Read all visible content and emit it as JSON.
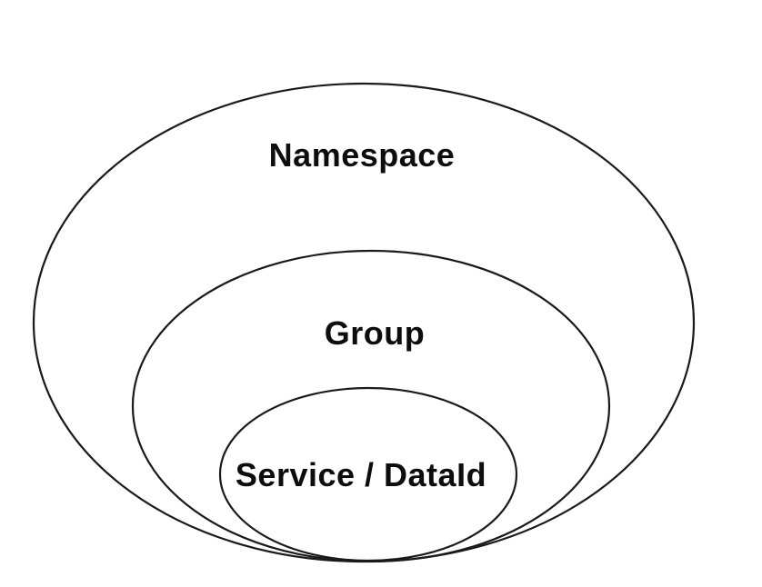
{
  "diagram": {
    "type": "nested-ellipses",
    "description": "Three concentric ellipses sharing a common bottom tangent point, representing a containment hierarchy",
    "background": "#ffffff",
    "stroke_color": "#1a1a1a",
    "text_color": "#0d0d0d",
    "levels": [
      {
        "id": "namespace",
        "label": "Namespace"
      },
      {
        "id": "group",
        "label": "Group"
      },
      {
        "id": "service-dataid",
        "label": "Service / DataId"
      }
    ]
  }
}
